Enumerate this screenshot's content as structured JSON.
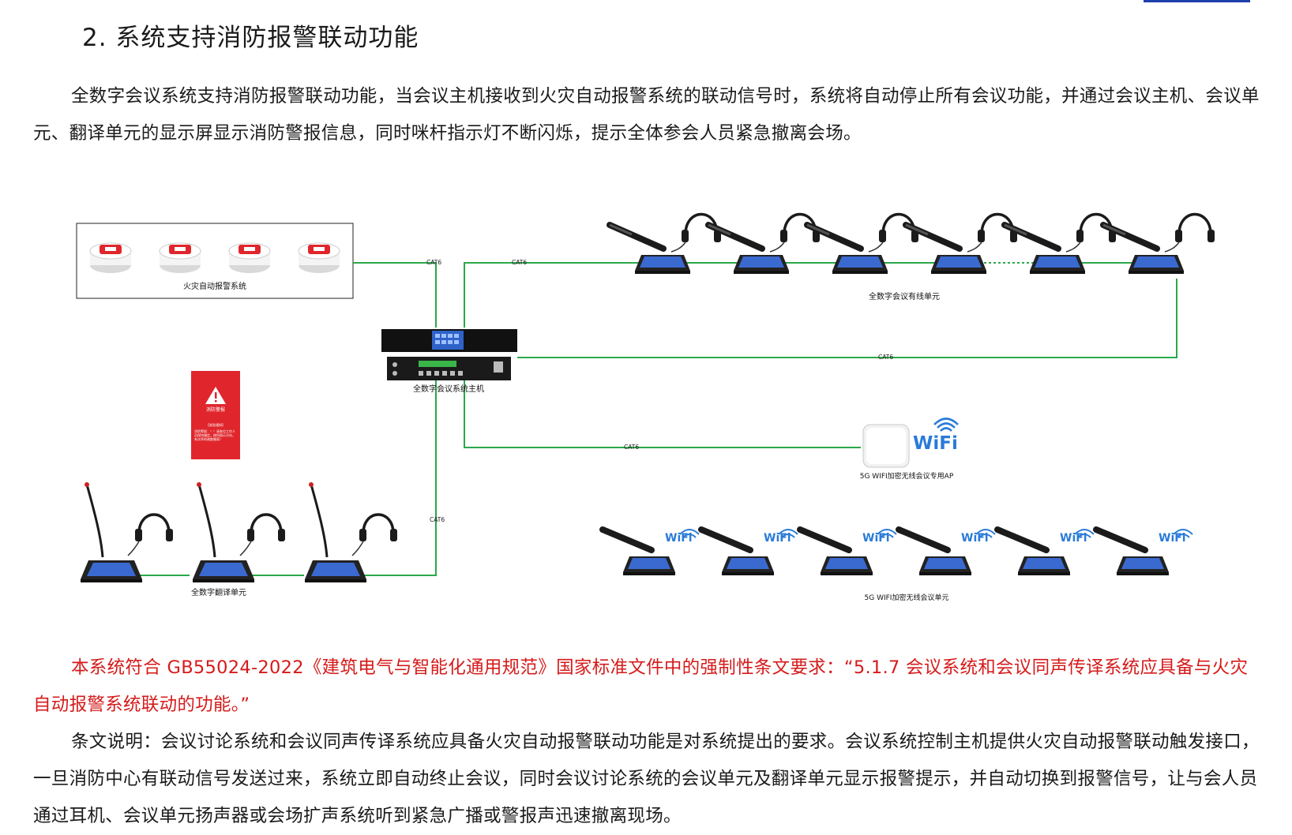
{
  "heading": "2. 系统支持消防报警联动功能",
  "paragraphs": {
    "intro": "全数字会议系统支持消防报警联动功能，当会议主机接收到火灾自动报警系统的联动信号时，系统将自动停止所有会议功能，并通过会议主机、会议单元、翻译单元的显示屏显示消防警报信息，同时咪杆指示灯不断闪烁，提示全体参会人员紧急撤离会场。",
    "standard": "本系统符合 GB55024-2022《建筑电气与智能化通用规范》国家标准文件中的强制性条文要求：“5.1.7 会议系统和会议同声传译系统应具备与火灾自动报警系统联动的功能。”",
    "explanation": "条文说明：会议讨论系统和会议同声传译系统应具备火灾自动报警联动功能是对系统提出的要求。会议系统控制主机提供火灾自动报警联动触发接口，一旦消防中心有联动信号发送过来，系统立即自动终止会议，同时会议讨论系统的会议单元及翻译单元显示报警提示，并自动切换到报警信号，让与会人员通过耳机、会议单元扬声器或会场扩声系统听到紧急广播或警报声迅速撤离现场。"
  },
  "diagram": {
    "labels": {
      "fire_alarm": "火灾自动报警系统",
      "wired_units": "全数字会议有线单元",
      "host": "全数字会议系统主机",
      "translation_units": "全数字翻译单元",
      "ap": "5G WIFI加密无线会议专用AP",
      "wireless_units": "5G WIFI加密无线会议单元"
    },
    "cable": "CAT6",
    "wifi_text": "WiFi",
    "alert_panel": {
      "title": "消防警报",
      "subtitle": "【紧急通知】",
      "body": "消防警报：！！请各位工作人员保持镇定，按所指示方向，有次序的疏散撤离！"
    },
    "colors": {
      "line": "#2aa84a",
      "alert": "#e0262c",
      "text_red": "#d61a1a"
    }
  }
}
